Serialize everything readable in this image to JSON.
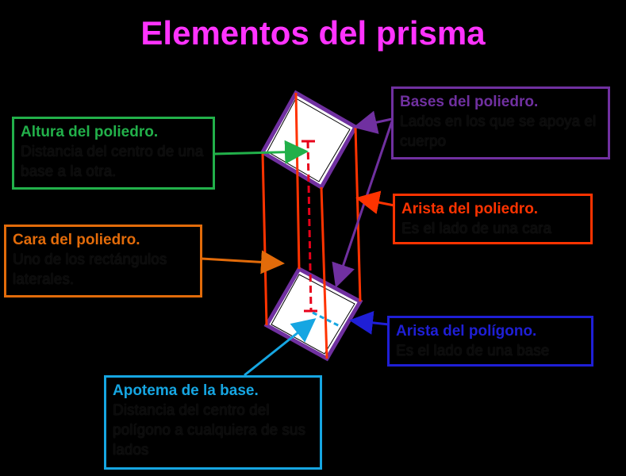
{
  "title": "Elementos del prisma",
  "colors": {
    "background": "#000000",
    "title": "#ff33ff",
    "altura": "#22b04a",
    "bases": "#7030a0",
    "arista_poliedro": "#ff3300",
    "cara": "#e26b0a",
    "arista_poligono": "#1f1fd6",
    "apotema": "#16a6e2",
    "prism_edge": "#ff3300",
    "base_border": "#7030a0"
  },
  "labels": {
    "altura": {
      "head": "Altura del poliedro",
      "punct": ".",
      "desc": "Distancia del centro de una base a la otra."
    },
    "bases": {
      "head": "Bases del poliedro",
      "punct": ".",
      "desc": "Lados en los que se apoya el cuerpo"
    },
    "arista_poliedro": {
      "head": "Arista del poliedro.",
      "desc": "Es el lado de una cara"
    },
    "cara": {
      "head": "Cara del poliedro.",
      "desc": "Uno de los rectángulos laterales."
    },
    "arista_poligono": {
      "head": "Arista del polígono.",
      "desc": "Es el lado de una base"
    },
    "apotema": {
      "head": "Apotema de la base",
      "punct": ".",
      "desc": "Distancia del centro del polígono a cualquiera de sus lados"
    }
  }
}
